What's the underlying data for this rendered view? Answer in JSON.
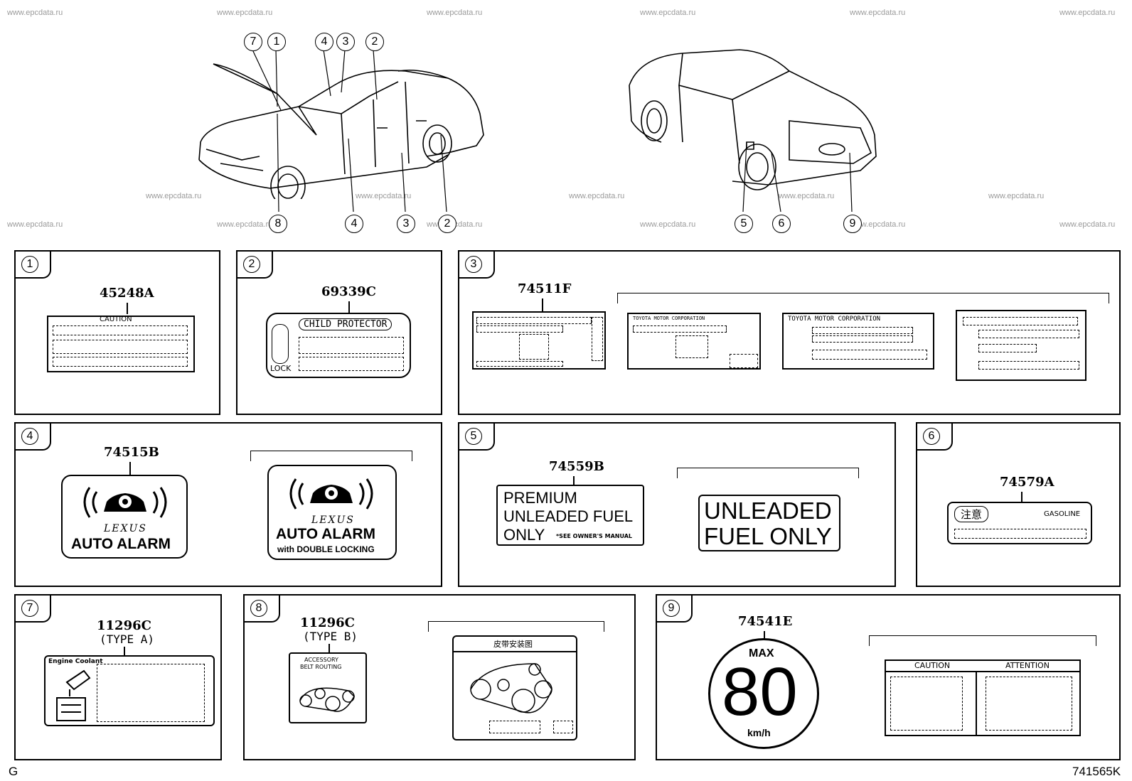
{
  "watermark": "www.epcdata.ru",
  "footer": {
    "left": "G",
    "right": "741565K"
  },
  "callouts": [
    "1",
    "2",
    "3",
    "4",
    "5",
    "6",
    "7",
    "8",
    "9"
  ],
  "panels": [
    {
      "num": "1",
      "parts": [
        "45248A"
      ],
      "caption": "CAUTION"
    },
    {
      "num": "2",
      "parts": [
        "69339C"
      ],
      "title": "CHILD PROTECTOR",
      "lock": "LOCK"
    },
    {
      "num": "3",
      "parts": [
        "74511F"
      ],
      "lbl_b": "TOYOTA MOTOR CORPORATION",
      "lbl_c": "TOYOTA MOTOR CORPORATION"
    },
    {
      "num": "4",
      "parts": [
        "74515B"
      ],
      "brand": "LEXUS",
      "alarm": "AUTO ALARM",
      "double": "with DOUBLE LOCKING"
    },
    {
      "num": "5",
      "parts": [
        "74559B"
      ],
      "line1": "PREMIUM",
      "line2": "UNLEADED FUEL",
      "line3": "ONLY",
      "note": "*SEE OWNER'S MANUAL",
      "alt1": "UNLEADED",
      "alt2": "FUEL ONLY"
    },
    {
      "num": "6",
      "parts": [
        "74579A"
      ],
      "jp": "注意",
      "gas": "GASOLINE"
    },
    {
      "num": "7",
      "parts": [
        "11296C"
      ],
      "type": "(TYPE A)",
      "coolant": "Engine Coolant"
    },
    {
      "num": "8",
      "parts": [
        "11296C"
      ],
      "type": "(TYPE B)",
      "belt1": "ACCESSORY",
      "belt2": "BELT ROUTING",
      "cn": "皮带安装图"
    },
    {
      "num": "9",
      "parts": [
        "74541E"
      ],
      "max": "MAX",
      "speed": "80",
      "unit": "km/h",
      "caution": "CAUTION",
      "attention": "ATTENTION"
    }
  ]
}
